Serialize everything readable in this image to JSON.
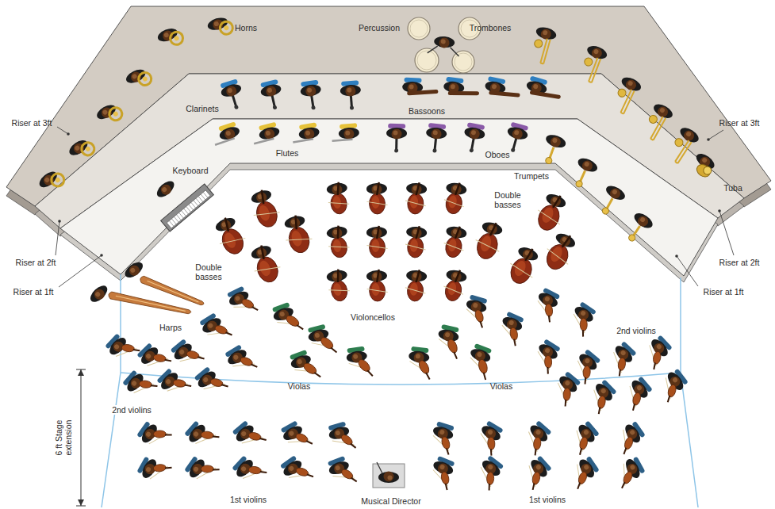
{
  "diagram": {
    "labels": [
      "Horns",
      "Percussion",
      "Trombones",
      "Riser at 3ft",
      "Riser at 3ft",
      "Clarinets",
      "Bassoons",
      "Flutes",
      "Oboes",
      "Keyboard",
      "Trumpets",
      "Tuba",
      "Double basses",
      "Double basses",
      "Riser at 2ft",
      "Riser at 2ft",
      "Riser at 1ft",
      "Riser at 1ft",
      "Harps",
      "Violoncellos",
      "2nd violins",
      "Violas",
      "Violas",
      "2nd violins",
      "6 ft Stage extension",
      "1st violins",
      "Musical Director",
      "1st violins"
    ]
  }
}
